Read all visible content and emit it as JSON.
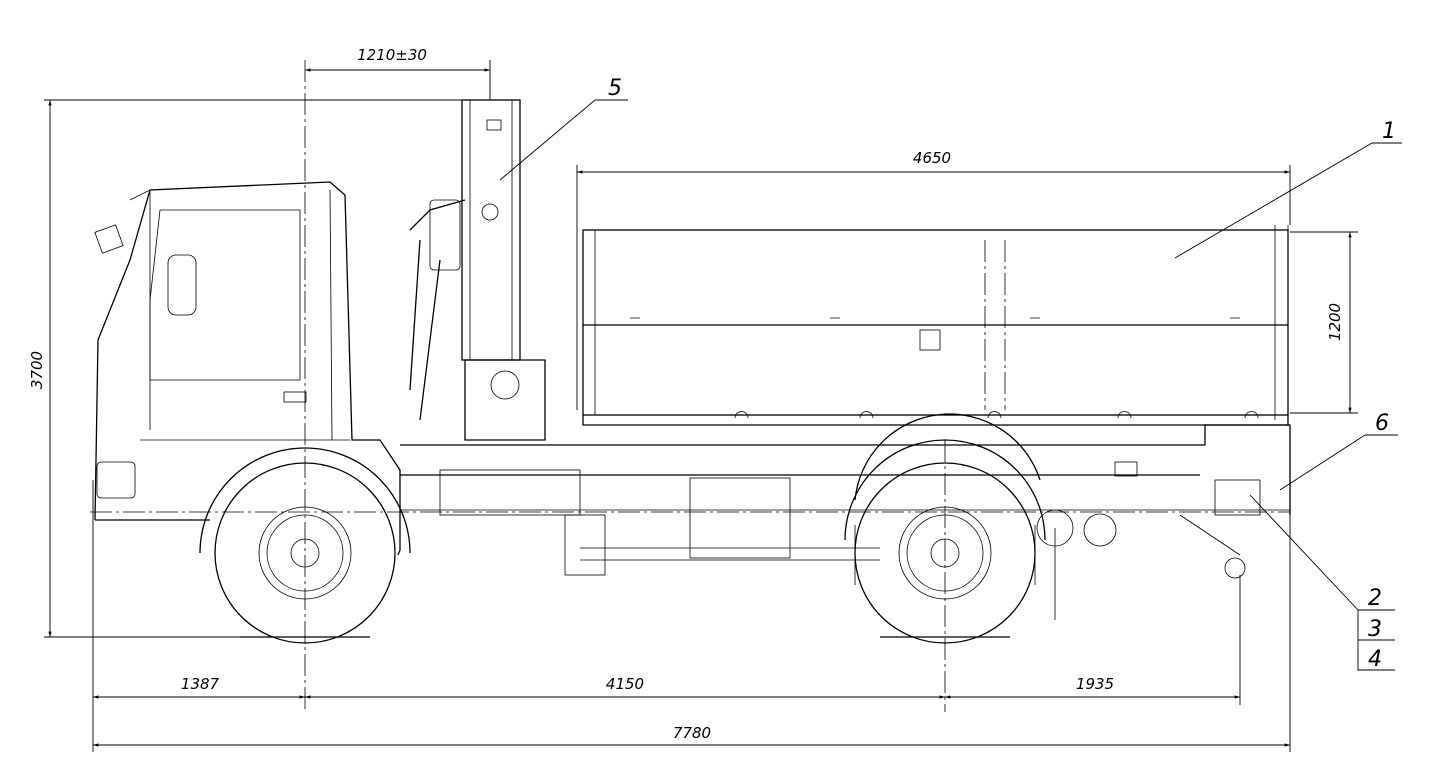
{
  "dimensions": {
    "crane_offset": "1210±30",
    "overall_height": "3700",
    "body_length": "4650",
    "body_side_height": "1200",
    "front_overhang": "1387",
    "wheelbase": "4150",
    "rear_overhang": "1935",
    "overall_length": "7780"
  },
  "callouts": {
    "body": "1",
    "hitch_a": "2",
    "hitch_b": "3",
    "hitch_c": "4",
    "crane": "5",
    "tow_coupling": "6"
  }
}
